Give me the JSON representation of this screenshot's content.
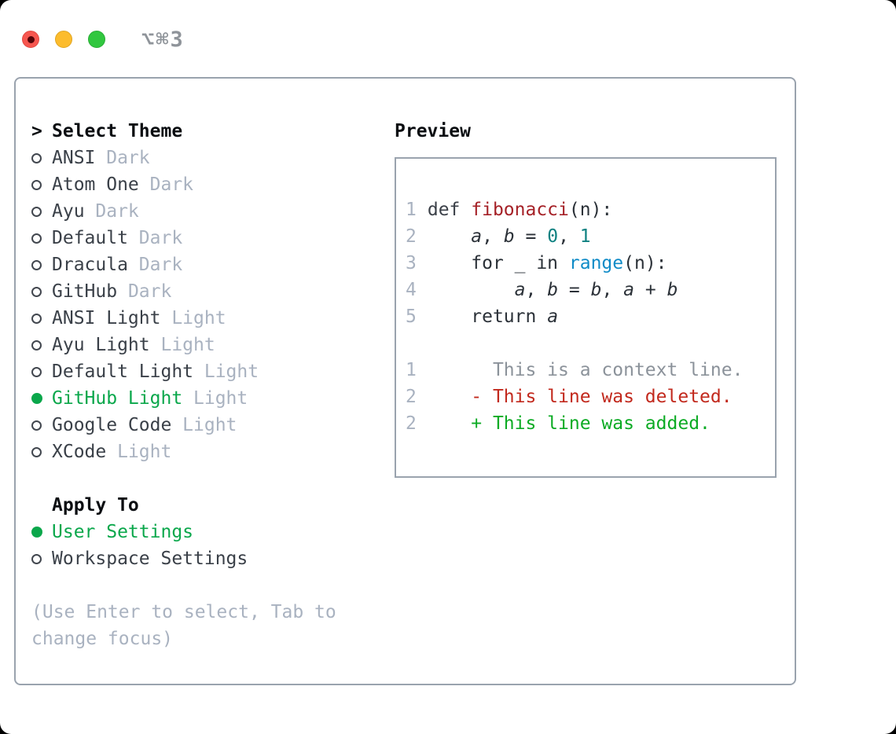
{
  "titlebar": {
    "shortcut": "⌥⌘3"
  },
  "panel": {
    "select_theme": {
      "prompt": ">",
      "header": "Select Theme",
      "items": [
        {
          "name": "ANSI",
          "variant": "Dark",
          "selected": false
        },
        {
          "name": "Atom One",
          "variant": "Dark",
          "selected": false
        },
        {
          "name": "Ayu",
          "variant": "Dark",
          "selected": false
        },
        {
          "name": "Default",
          "variant": "Dark",
          "selected": false
        },
        {
          "name": "Dracula",
          "variant": "Dark",
          "selected": false
        },
        {
          "name": "GitHub",
          "variant": "Dark",
          "selected": false
        },
        {
          "name": "ANSI Light",
          "variant": "Light",
          "selected": false
        },
        {
          "name": "Ayu Light",
          "variant": "Light",
          "selected": false
        },
        {
          "name": "Default Light",
          "variant": "Light",
          "selected": false
        },
        {
          "name": "GitHub Light",
          "variant": "Light",
          "selected": true
        },
        {
          "name": "Google Code",
          "variant": "Light",
          "selected": false
        },
        {
          "name": "XCode",
          "variant": "Light",
          "selected": false
        }
      ]
    },
    "apply_to": {
      "header": "Apply To",
      "options": [
        {
          "name": "User Settings",
          "selected": true
        },
        {
          "name": "Workspace Settings",
          "selected": false
        }
      ]
    },
    "help_text": "(Use Enter to select, Tab to change focus)"
  },
  "preview": {
    "header": "Preview",
    "code_lines": [
      {
        "num": "1",
        "tokens": [
          [
            "def ",
            "kw"
          ],
          [
            "fibonacci",
            "fn"
          ],
          [
            "(n):",
            "pl"
          ]
        ]
      },
      {
        "num": "2",
        "tokens": [
          [
            "    ",
            "pl"
          ],
          [
            "a",
            "var"
          ],
          [
            ", ",
            "pl"
          ],
          [
            "b",
            "var"
          ],
          [
            " = ",
            "pl"
          ],
          [
            "0",
            "num"
          ],
          [
            ", ",
            "pl"
          ],
          [
            "1",
            "num"
          ]
        ]
      },
      {
        "num": "3",
        "tokens": [
          [
            "    for _ in ",
            "pl"
          ],
          [
            "range",
            "bi"
          ],
          [
            "(n):",
            "pl"
          ]
        ]
      },
      {
        "num": "4",
        "tokens": [
          [
            "        ",
            "pl"
          ],
          [
            "a",
            "var"
          ],
          [
            ", ",
            "pl"
          ],
          [
            "b",
            "var"
          ],
          [
            " = ",
            "pl"
          ],
          [
            "b",
            "var"
          ],
          [
            ", ",
            "pl"
          ],
          [
            "a",
            "var"
          ],
          [
            " + ",
            "pl"
          ],
          [
            "b",
            "var"
          ]
        ]
      },
      {
        "num": "5",
        "tokens": [
          [
            "    return ",
            "pl"
          ],
          [
            "a",
            "var"
          ]
        ]
      }
    ],
    "diff_lines": [
      {
        "num": "1",
        "text": "      This is a context line.",
        "type": "context"
      },
      {
        "num": "2",
        "text": "    - This line was deleted.",
        "type": "deleted"
      },
      {
        "num": "2",
        "text": "    + This line was added.",
        "type": "added"
      }
    ]
  },
  "colors": {
    "accent_green": "#0aa74b",
    "diff_added": "#0cab24",
    "diff_deleted": "#c2291d",
    "diff_context": "#8b929a",
    "syntax_function": "#a52127",
    "syntax_number": "#0d8181",
    "syntax_builtin": "#0f8bc7",
    "muted": "#a9b2c0",
    "border": "#9aa3ae"
  }
}
